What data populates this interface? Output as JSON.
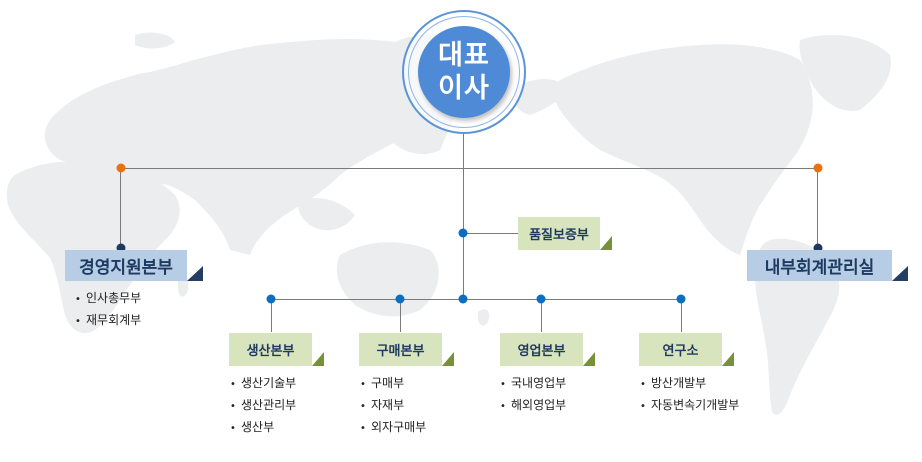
{
  "colors": {
    "map": "#ecedef",
    "ceo_circle": "#4f8ad6",
    "hq_box": "#b7cde6",
    "hq_flag": "#233e62",
    "dept_box": "#d8e4bd",
    "dept_flag": "#76913a",
    "connector_line": "#7a7a7a",
    "dot_orange": "#e8720e",
    "dot_navy": "#1f3a60",
    "dot_blue": "#0a6fc2",
    "label_text": "#1f3a60"
  },
  "ceo": {
    "line1": "대표",
    "line2": "이사"
  },
  "headquarters": [
    {
      "name": "경영지원본부",
      "items": [
        "인사총무부",
        "재무회계부"
      ]
    },
    {
      "name": "내부회계관리실",
      "items": []
    }
  ],
  "direct_unit": {
    "name": "품질보증부"
  },
  "divisions": [
    {
      "name": "생산본부",
      "items": [
        "생산기술부",
        "생산관리부",
        "생산부"
      ]
    },
    {
      "name": "구매본부",
      "items": [
        "구매부",
        "자재부",
        "외자구매부"
      ]
    },
    {
      "name": "영업본부",
      "items": [
        "국내영업부",
        "해외영업부"
      ]
    },
    {
      "name": "연구소",
      "items": [
        "방산개발부",
        "자동변속기개발부"
      ]
    }
  ],
  "bullet": "•"
}
